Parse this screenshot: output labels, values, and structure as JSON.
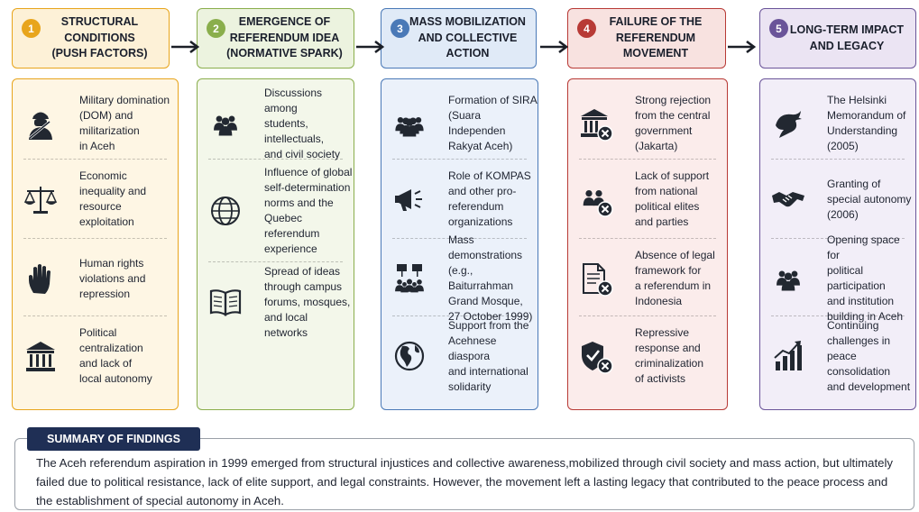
{
  "stages": [
    {
      "number": "1",
      "title": "STRUCTURAL\nCONDITIONS\n(PUSH FACTORS)",
      "accent": "#e8a51c",
      "header_bg": "#fdf1d7",
      "panel_bg": "#fef6e4",
      "items": [
        {
          "icon": "soldier-icon",
          "text": "Military domination\n(DOM) and\nmilitarization\nin Aceh"
        },
        {
          "icon": "scales-icon",
          "text": "Economic\ninequality and\nresource\nexploitation"
        },
        {
          "icon": "raised-hand-icon",
          "text": "Human rights\nviolations and\nrepression"
        },
        {
          "icon": "government-building-icon",
          "text": "Political\ncentralization\nand lack of\nlocal autonomy"
        }
      ]
    },
    {
      "number": "2",
      "title": "EMERGENCE OF\nREFERENDUM IDEA\n(NORMATIVE SPARK)",
      "accent": "#8aae4c",
      "header_bg": "#ecf3df",
      "panel_bg": "#f3f7ea",
      "items": [
        {
          "icon": "group-icon",
          "text": "Discussions among\nstudents, intellectuals,\nand civil society"
        },
        {
          "icon": "globe-icon",
          "text": "Influence of global\nself-determination\nnorms and the\nQuebec referendum\nexperience"
        },
        {
          "icon": "open-book-icon",
          "text": "Spread of ideas\nthrough campus\nforums, mosques,\nand local networks"
        }
      ]
    },
    {
      "number": "3",
      "title": "MASS MOBILIZATION\nAND COLLECTIVE\nACTION",
      "accent": "#4a79b7",
      "header_bg": "#e0eaf7",
      "panel_bg": "#ebf1fa",
      "items": [
        {
          "icon": "crowd-icon",
          "text": "Formation of SIRA\n(Suara Independen\nRakyat Aceh)"
        },
        {
          "icon": "megaphone-icon",
          "text": "Role of KOMPAS\nand other pro-\nreferendum\norganizations"
        },
        {
          "icon": "protest-icon",
          "text": "Mass demonstrations\n(e.g., Baiturrahman\nGrand Mosque,\n27 October 1999)"
        },
        {
          "icon": "globe-americas-icon",
          "text": "Support from the\nAcehnese diaspora\nand international\nsolidarity"
        }
      ]
    },
    {
      "number": "4",
      "title": "FAILURE OF THE\nREFERENDUM\nMOVEMENT",
      "accent": "#b83a36",
      "header_bg": "#f8e2e0",
      "panel_bg": "#fbeceb",
      "items": [
        {
          "icon": "building-reject-icon",
          "text": "Strong rejection\nfrom the central\ngovernment\n(Jakarta)"
        },
        {
          "icon": "people-reject-icon",
          "text": "Lack of support\nfrom national\npolitical elites\nand parties"
        },
        {
          "icon": "document-reject-icon",
          "text": "Absence of legal\nframework for\na referendum in\nIndonesia"
        },
        {
          "icon": "shield-reject-icon",
          "text": "Repressive\nresponse and\ncriminalization\nof activists"
        }
      ]
    },
    {
      "number": "5",
      "title": "LONG-TERM IMPACT\nAND LEGACY",
      "accent": "#6a5499",
      "header_bg": "#ebe4f3",
      "panel_bg": "#f2eef8",
      "items": [
        {
          "icon": "dove-icon",
          "text": "The Helsinki\nMemorandum of\nUnderstanding\n(2005)"
        },
        {
          "icon": "handshake-icon",
          "text": "Granting of\nspecial autonomy\n(2006)"
        },
        {
          "icon": "group-icon",
          "text": "Opening space for\npolitical participation\nand institution\nbuilding in Aceh"
        },
        {
          "icon": "growth-chart-icon",
          "text": "Continuing\nchallenges in\npeace consolidation\nand development"
        }
      ]
    }
  ],
  "summary": {
    "heading": "SUMMARY OF FINDINGS",
    "text": "The Aceh referendum aspiration in 1999 emerged from structural injustices and collective awareness,mobilized through civil society and mass action, but ultimately failed due to political resistance, lack of elite support, and legal constraints. However, the movement left a lasting legacy that contributed to the peace process and the establishment of special autonomy in Aceh."
  }
}
